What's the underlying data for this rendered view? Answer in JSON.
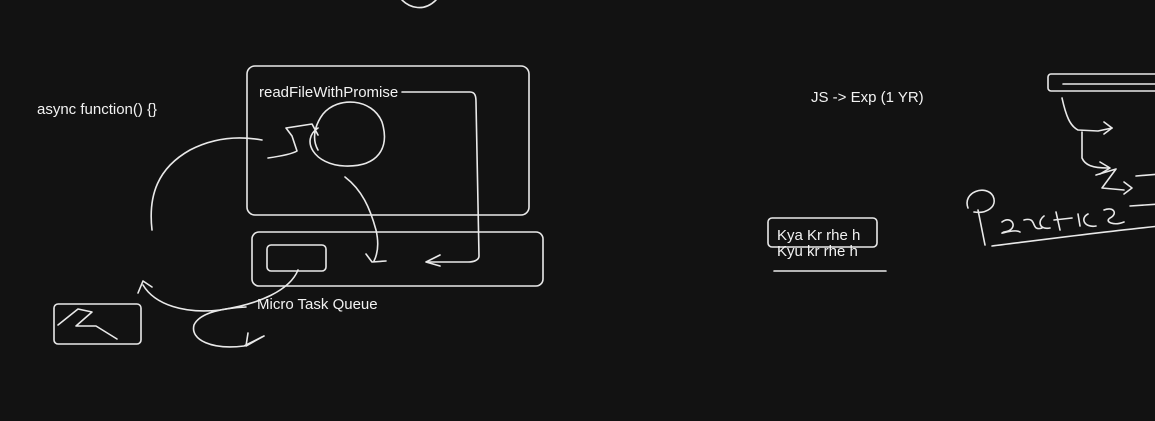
{
  "labels": {
    "async_function": "async function() {}",
    "read_file_with_promise": "readFileWithPromise",
    "micro_task_queue": "Micro Task Queue",
    "js_experience": "JS -> Exp (1 YR)",
    "kya_kr_rhe_h": "Kya Kr rhe h",
    "kyu_kr_rhe_h": "Kyu kr rhe h",
    "practice": "Practice"
  },
  "colors": {
    "background": "#121212",
    "ink": "#e9e9e9"
  }
}
